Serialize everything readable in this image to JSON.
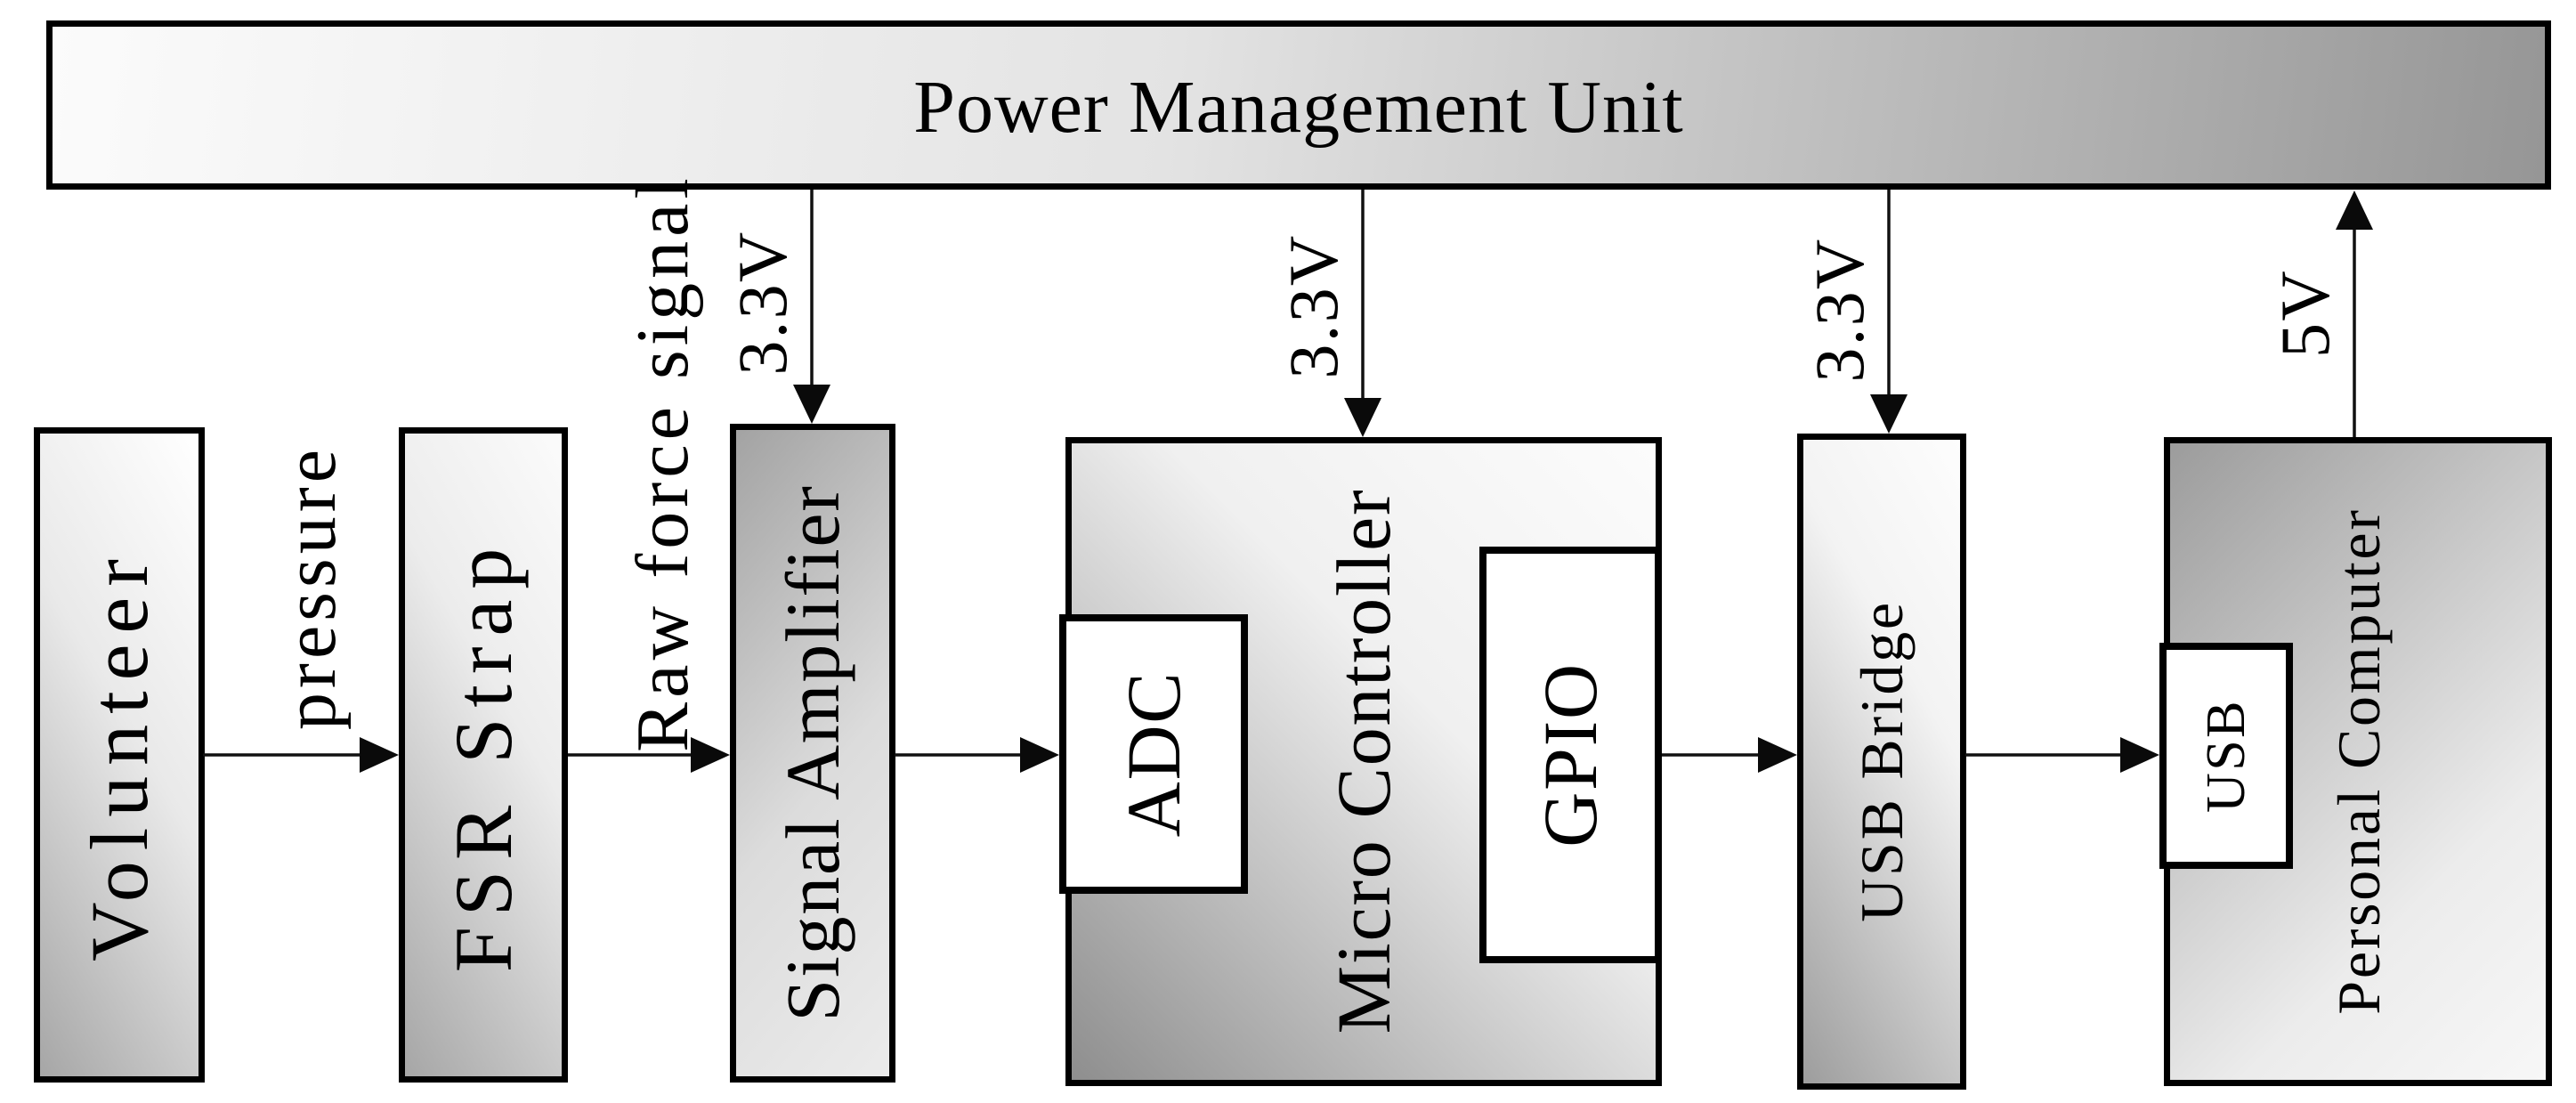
{
  "pmu": {
    "label": "Power Management Unit"
  },
  "blocks": {
    "volunteer": {
      "label": "Volunteer"
    },
    "fsr_strap": {
      "label": "FSR Strap"
    },
    "signal_amplifier": {
      "label": "Signal Amplifier"
    },
    "micro_controller": {
      "label": "Micro Controller"
    },
    "adc": {
      "label": "ADC"
    },
    "gpio": {
      "label": "GPIO"
    },
    "usb_bridge": {
      "label": "USB Bridge"
    },
    "usb": {
      "label": "USB"
    },
    "personal_computer": {
      "label": "Personal Computer"
    }
  },
  "signal_labels": {
    "pressure": "pressure",
    "raw_force": "Raw force signal"
  },
  "power_labels": {
    "signal_amplifier_supply": "3.3V",
    "micro_controller_supply": "3.3V",
    "usb_bridge_supply": "3.3V",
    "pc_to_pmu_supply": "5V"
  },
  "colors": {
    "ink": "#000000",
    "border": "#000000",
    "pmu_gradient_left": "#fbfbfb",
    "pmu_gradient_right": "#969696",
    "block_gradient_dark": "#949494",
    "block_gradient_light": "#fdfdfd",
    "inner_box_fill": "#ffffff",
    "background": "#ffffff"
  }
}
